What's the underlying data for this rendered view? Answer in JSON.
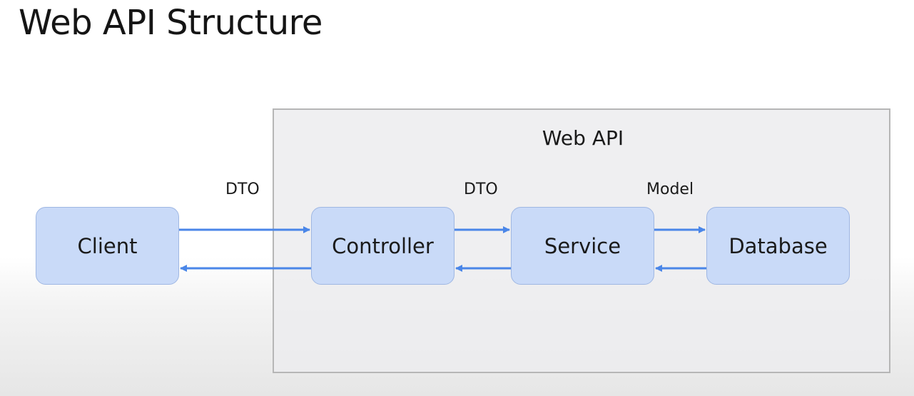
{
  "title": "Web API Structure",
  "container": {
    "label": "Web API"
  },
  "nodes": {
    "client": "Client",
    "controller": "Controller",
    "service": "Service",
    "database": "Database"
  },
  "edges": {
    "client_controller": "DTO",
    "controller_service": "DTO",
    "service_database": "Model"
  },
  "colors": {
    "node_fill": "#c9daf8",
    "arrow": "#4a86e8",
    "container_border": "#b6b6b6"
  }
}
